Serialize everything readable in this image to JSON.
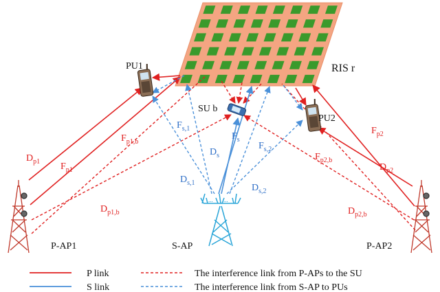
{
  "colors": {
    "p_link": "#e02020",
    "s_link": "#4a90d9",
    "ris_base": "#f4a582",
    "ris_element": "#3a9a2c",
    "tower": "#c0392b",
    "sap_antenna": "#2aa5d8"
  },
  "nodes": {
    "ris": "RIS r",
    "pu1": "PU1",
    "pu2": "PU2",
    "su": "SU b",
    "pap1": "P-AP1",
    "pap2": "P-AP2",
    "sap": "S-AP"
  },
  "channel_labels": [
    {
      "id": "dp1",
      "main": "D",
      "sub": "p1",
      "color": "red"
    },
    {
      "id": "fp1",
      "main": "F",
      "sub": "p1",
      "color": "red"
    },
    {
      "id": "fp1b",
      "main": "F",
      "sub": "p1,b",
      "color": "red"
    },
    {
      "id": "dp1b",
      "main": "D",
      "sub": "p1,b",
      "color": "red"
    },
    {
      "id": "fp2",
      "main": "F",
      "sub": "p2",
      "color": "red"
    },
    {
      "id": "dp2",
      "main": "D",
      "sub": "p2",
      "color": "red"
    },
    {
      "id": "fp2b",
      "main": "F",
      "sub": "p2,b",
      "color": "red"
    },
    {
      "id": "dp2b",
      "main": "D",
      "sub": "p2,b",
      "color": "red"
    },
    {
      "id": "fs1",
      "main": "F",
      "sub": "s,1",
      "color": "blue"
    },
    {
      "id": "fs",
      "main": "F",
      "sub": "s",
      "color": "blue"
    },
    {
      "id": "fs2",
      "main": "F",
      "sub": "s,2",
      "color": "blue"
    },
    {
      "id": "ds",
      "main": "D",
      "sub": "s",
      "color": "blue"
    },
    {
      "id": "ds1",
      "main": "D",
      "sub": "s,1",
      "color": "blue"
    },
    {
      "id": "ds2",
      "main": "D",
      "sub": "s,2",
      "color": "blue"
    }
  ],
  "legend": {
    "p_link": "P link",
    "s_link": "S link",
    "interference_pap": "The interference link from  P-APs to the SU",
    "interference_sap": "The interference link from S-AP to PUs"
  }
}
